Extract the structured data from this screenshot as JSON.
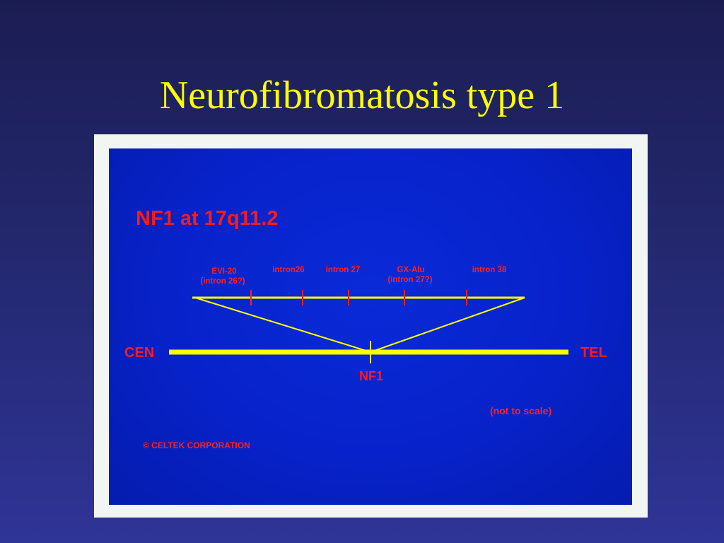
{
  "slide": {
    "title": "Neurofibromatosis type 1"
  },
  "figure": {
    "heading": "NF1 at 17q11.2",
    "chromosome": {
      "left_end": "CEN",
      "right_end": "TEL",
      "gene_label": "NF1"
    },
    "markers": [
      {
        "line1": "EVI-20",
        "line2": "(intron 26?)"
      },
      {
        "line1": "intron26",
        "line2": ""
      },
      {
        "line1": "intron 27",
        "line2": ""
      },
      {
        "line1": "GX-Alu",
        "line2": "(intron 27?)"
      },
      {
        "line1": "intron 38",
        "line2": ""
      }
    ],
    "note": "(not to scale)",
    "copyright": "© CELTEK CORPORATION",
    "colors": {
      "chromosome_line": "#ffff00",
      "marker_text": "#ff2020",
      "heading_text": "#ff1a1a",
      "panel_blue": "#0722c9"
    }
  }
}
